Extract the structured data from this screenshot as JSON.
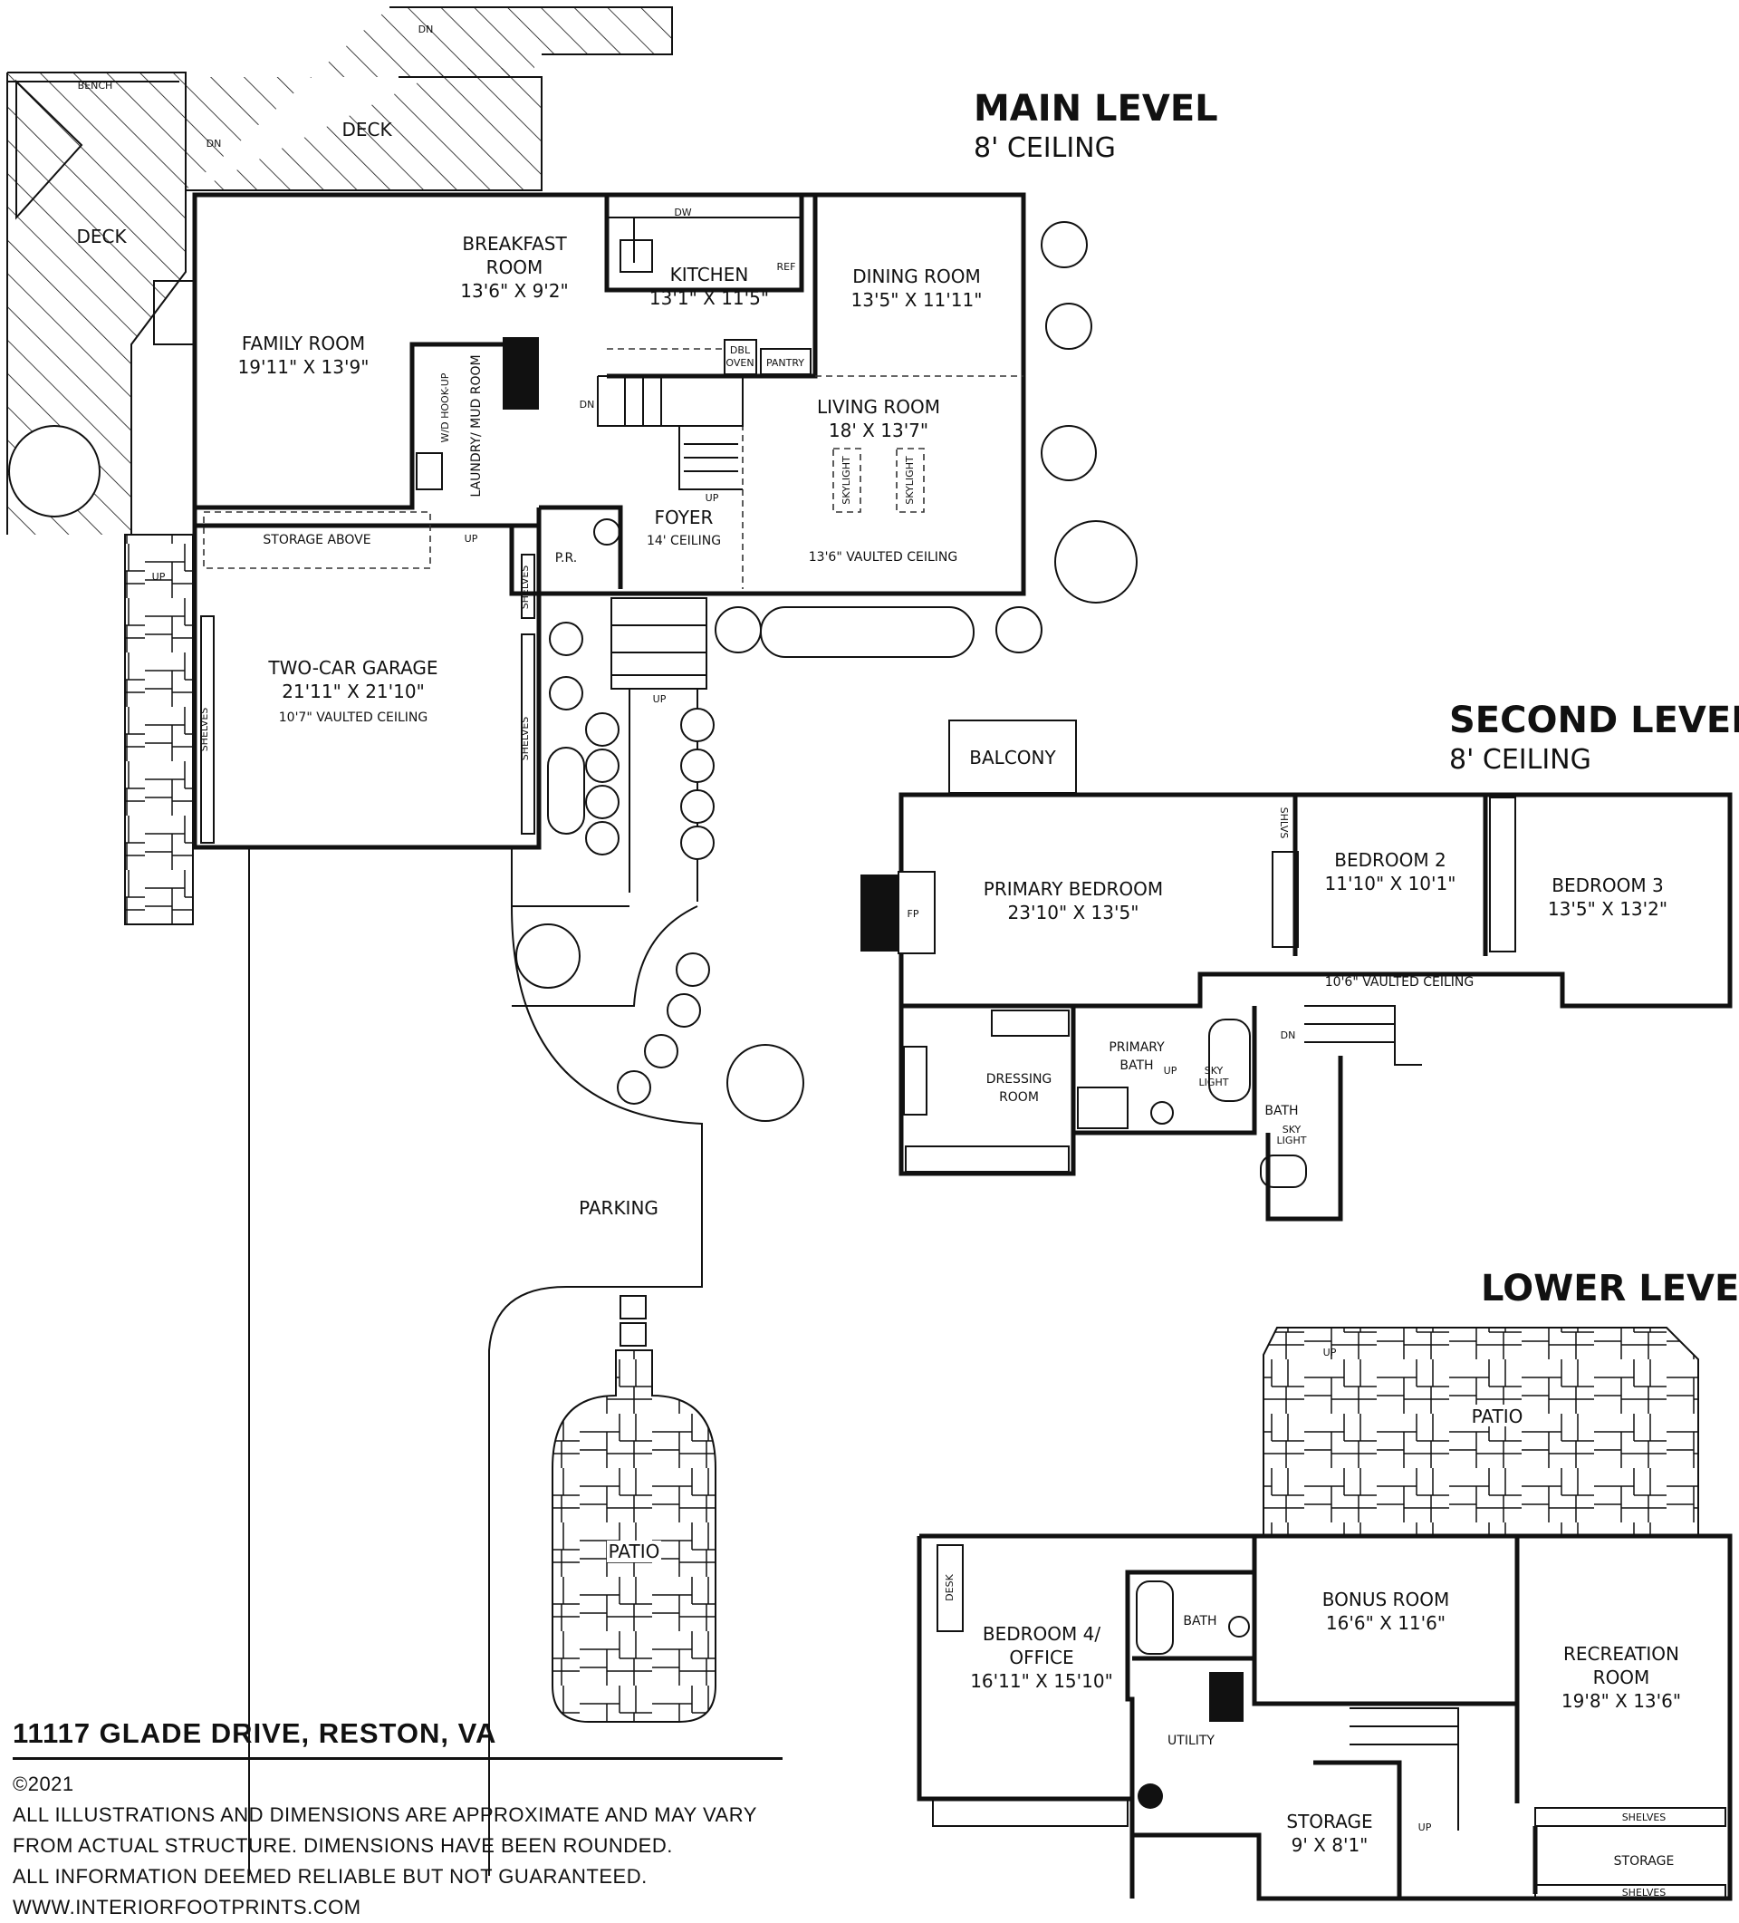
{
  "levels": {
    "main": {
      "title": "MAIN LEVEL",
      "ceiling": "8' CEILING"
    },
    "second": {
      "title": "SECOND LEVEL",
      "ceiling": "8' CEILING"
    },
    "lower": {
      "title": "LOWER LEVEL"
    }
  },
  "main_rooms": {
    "deck_top": "DECK",
    "deck_left": "DECK",
    "bench": "BENCH",
    "breakfast_name": "BREAKFAST",
    "breakfast_name2": "ROOM",
    "breakfast_dim": "13'6\" X 9'2\"",
    "kitchen_name": "KITCHEN",
    "kitchen_dim": "13'1\" X 11'5\"",
    "dining_name": "DINING ROOM",
    "dining_dim": "13'5\" X 11'11\"",
    "family_name": "FAMILY ROOM",
    "family_dim": "19'11\" X 13'9\"",
    "living_name": "LIVING ROOM",
    "living_dim": "18' X 13'7\"",
    "living_ceiling": "13'6\" VAULTED CEILING",
    "foyer_name": "FOYER",
    "foyer_ceiling": "14' CEILING",
    "powder": "P.R.",
    "laundry": "LAUNDRY/ MUD ROOM",
    "wd": "W/D HOOK-UP",
    "dbl": "DBL",
    "oven": "OVEN",
    "pantry": "PANTRY",
    "dw": "DW",
    "ref": "REF",
    "skylight": "SKYLIGHT",
    "storage_above": "STORAGE ABOVE",
    "garage_name": "TWO-CAR GARAGE",
    "garage_dim": "21'11\" X 21'10\"",
    "garage_ceiling": "10'7\" VAULTED CEILING",
    "shelves": "SHELVES",
    "parking": "PARKING",
    "patio": "PATIO",
    "up": "UP",
    "dn": "DN"
  },
  "second_rooms": {
    "balcony": "BALCONY",
    "primary_name": "PRIMARY BEDROOM",
    "primary_dim": "23'10\" X 13'5\"",
    "fp": "FP",
    "bed2_name": "BEDROOM 2",
    "bed2_dim": "11'10\" X 10'1\"",
    "bed3_name": "BEDROOM 3",
    "bed3_dim": "13'5\" X 13'2\"",
    "hall_ceiling": "10'6\" VAULTED CEILING",
    "shlvs": "SHLVS",
    "dressing_name": "DRESSING",
    "dressing_name2": "ROOM",
    "pbath_name": "PRIMARY",
    "pbath_name2": "BATH",
    "bath": "BATH",
    "sky": "SKY",
    "light": "LIGHT",
    "up": "UP",
    "dn": "DN"
  },
  "lower_rooms": {
    "patio": "PATIO",
    "up": "UP",
    "desk": "DESK",
    "bed4_name": "BEDROOM 4/",
    "bed4_name2": "OFFICE",
    "bed4_dim": "16'11\" X 15'10\"",
    "bath": "BATH",
    "bonus_name": "BONUS ROOM",
    "bonus_dim": "16'6\" X 11'6\"",
    "rec_name": "RECREATION",
    "rec_name2": "ROOM",
    "rec_dim": "19'8\" X 13'6\"",
    "utility": "UTILITY",
    "storage_name": "STORAGE",
    "storage_dim": "9' X 8'1\"",
    "storage2": "STORAGE",
    "shelves": "SHELVES",
    "shelves2": "SHELVES"
  },
  "footer": {
    "address": "11117 GLADE DRIVE, RESTON, VA",
    "copyright": "©2021",
    "disclaimer1": "ALL ILLUSTRATIONS AND DIMENSIONS ARE APPROXIMATE AND MAY VARY",
    "disclaimer2": "FROM ACTUAL STRUCTURE. DIMENSIONS HAVE BEEN ROUNDED.",
    "disclaimer3": "ALL INFORMATION DEEMED RELIABLE BUT NOT GUARANTEED.",
    "website": "WWW.INTERIORFOOTPRINTS.COM"
  }
}
